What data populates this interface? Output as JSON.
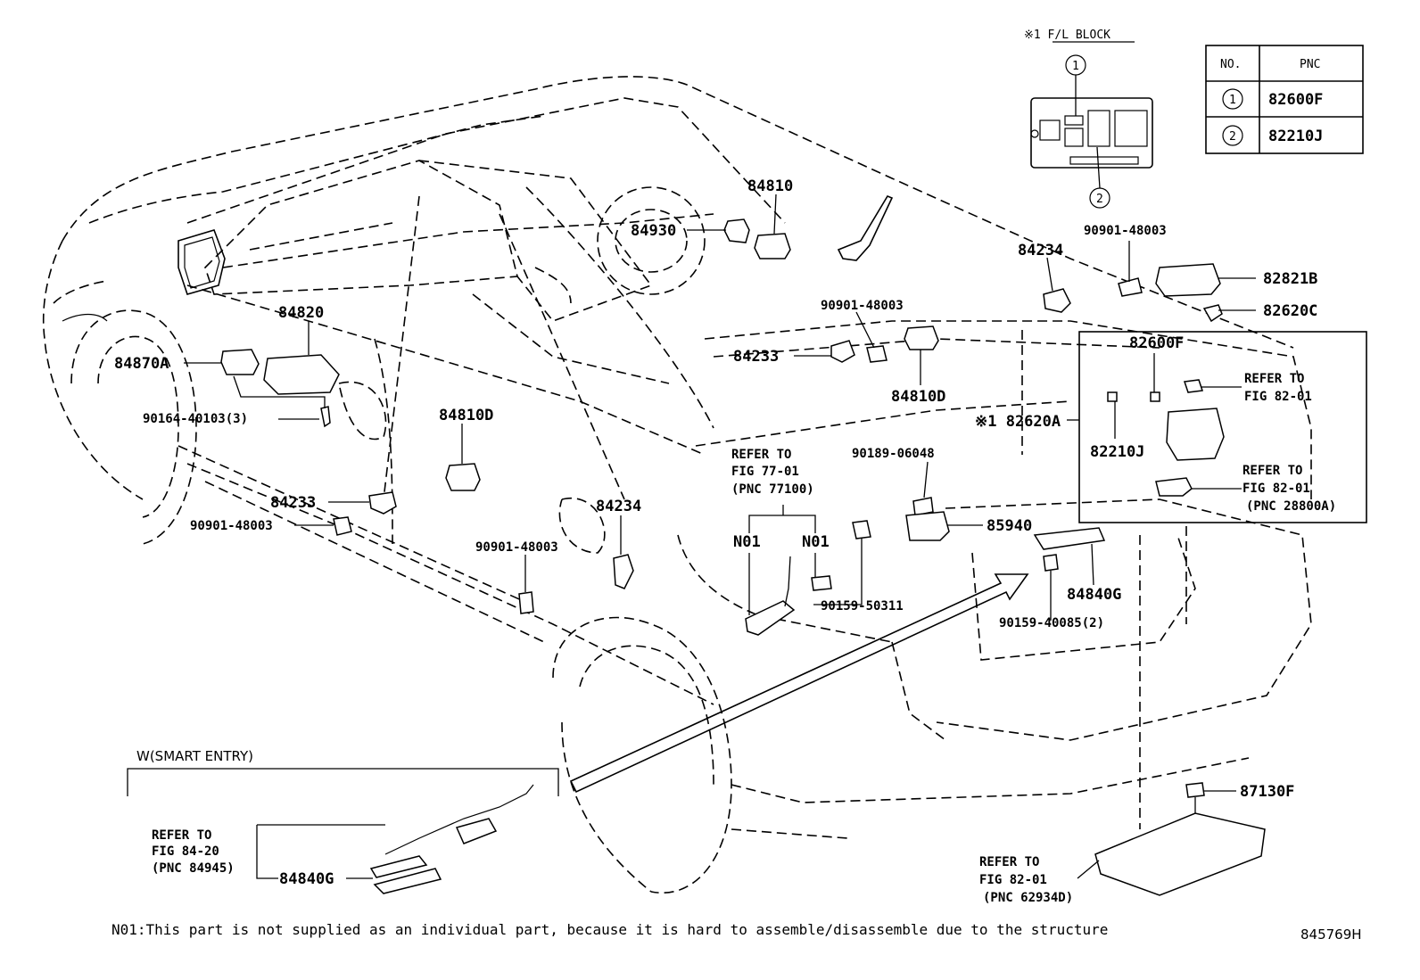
{
  "fl_block": {
    "title": "※1 F/L BLOCK",
    "callout_1": "1",
    "callout_2": "2"
  },
  "pnc_table": {
    "headers": [
      "NO.",
      "PNC"
    ],
    "rows": [
      {
        "no": "1",
        "pnc": "82600F"
      },
      {
        "no": "2",
        "pnc": "82210J"
      }
    ]
  },
  "parts": {
    "p84810": "84810",
    "p84930": "84930",
    "p84820": "84820",
    "p84870A": "84870A",
    "p90164": "90164-40103(3)",
    "p84810D_left": "84810D",
    "p84233_left": "84233",
    "p90901_left": "90901-48003",
    "p84234_front": "84234",
    "p90901_front": "90901-48003",
    "p90901_mid": "90901-48003",
    "p84233_mid": "84233",
    "p84810D_right": "84810D",
    "p84234_rear": "84234",
    "p90901_rear": "90901-48003",
    "p82821B": "82821B",
    "p82620C": "82620C",
    "p82600F": "82600F",
    "p82620A": "※1 82620A",
    "p82210J": "82210J",
    "p90189": "90189-06048",
    "p85940": "85940",
    "p90159_50311": "90159-50311",
    "p84840G": "84840G",
    "p90159_40085": "90159-40085(2)",
    "p87130F": "87130F",
    "n01_left": "N01",
    "n01_right": "N01",
    "p84840G_inset": "84840G"
  },
  "refs": {
    "ref_77": [
      "REFER TO",
      "FIG  77-01",
      "(PNC 77100)"
    ],
    "ref_82_a": [
      "REFER TO",
      "FIG 82-01"
    ],
    "ref_82_b": [
      "REFER TO",
      "FIG 82-01",
      "(PNC 28800A)"
    ],
    "ref_84": [
      "REFER TO",
      "FIG 84-20",
      "(PNC 84945)"
    ],
    "ref_62": [
      "REFER TO",
      "FIG  82-01",
      "(PNC 62934D)"
    ]
  },
  "inset_title": "W(SMART ENTRY)",
  "footnote": "N01:This part is not supplied as an individual part, because it is hard to assemble/disassemble due to the structure",
  "diagram_id": "845769H"
}
